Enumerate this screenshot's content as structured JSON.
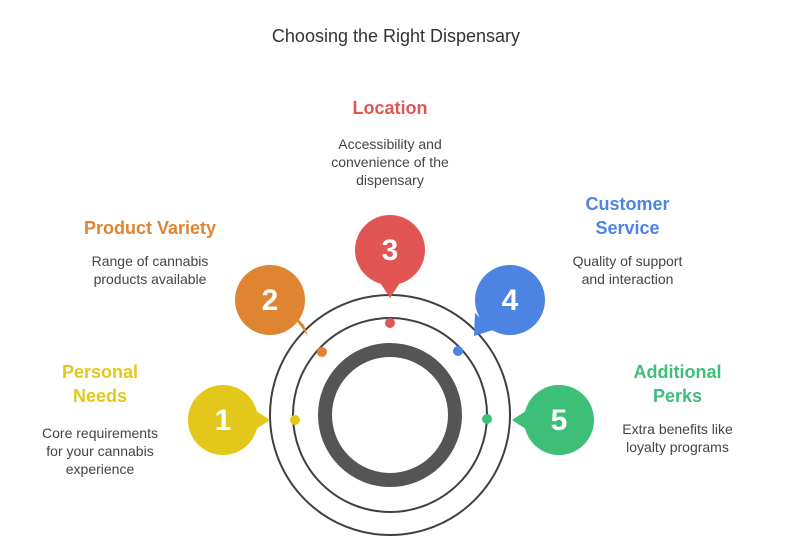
{
  "title": "Choosing the Right Dispensary",
  "colors": {
    "ring": "#404040",
    "inner_ring": "#555555",
    "personal": "#E3C81B",
    "product": "#DF8430",
    "location": "#E25555",
    "service": "#4D84E4",
    "perks": "#3DBF78"
  },
  "steps": [
    {
      "number": "1",
      "heading": "Personal Needs",
      "heading_lines": [
        "Personal",
        "Needs"
      ],
      "description_lines": [
        "Core requirements",
        "for your cannabis",
        "experience"
      ],
      "color": "#E3C81B"
    },
    {
      "number": "2",
      "heading": "Product Variety",
      "heading_lines": [
        "Product Variety"
      ],
      "description_lines": [
        "Range of cannabis",
        "products available"
      ],
      "color": "#DF8430"
    },
    {
      "number": "3",
      "heading": "Location",
      "heading_lines": [
        "Location"
      ],
      "description_lines": [
        "Accessibility and",
        "convenience of the",
        "dispensary"
      ],
      "color": "#E25555"
    },
    {
      "number": "4",
      "heading": "Customer Service",
      "heading_lines": [
        "Customer",
        "Service"
      ],
      "description_lines": [
        "Quality of support",
        "and interaction"
      ],
      "color": "#4D84E4"
    },
    {
      "number": "5",
      "heading": "Additional Perks",
      "heading_lines": [
        "Additional",
        "Perks"
      ],
      "description_lines": [
        "Extra benefits like",
        "loyalty programs"
      ],
      "color": "#3DBF78"
    }
  ]
}
